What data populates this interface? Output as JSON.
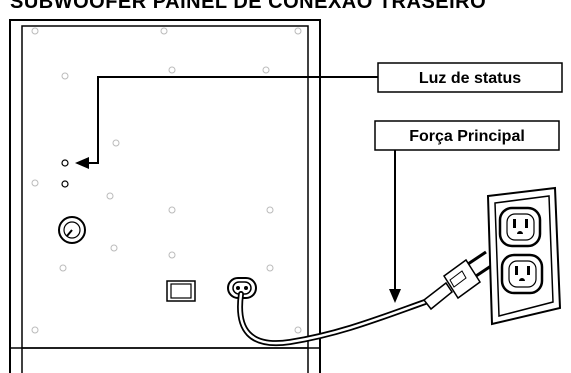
{
  "diagram": {
    "title": "SUBWOOFER PAINEL DE CONEXÃO TRASEIRO",
    "callouts": [
      {
        "id": "status-light",
        "label": "Luz de status"
      },
      {
        "id": "main-power",
        "label": "Força Principal"
      }
    ],
    "components": [
      "status-led",
      "secondary-led",
      "volume-knob",
      "power-switch",
      "power-inlet",
      "power-cord",
      "power-plug",
      "wall-outlet"
    ],
    "colors": {
      "line": "#000000",
      "background": "#ffffff",
      "label_box": "#ffffff"
    }
  }
}
